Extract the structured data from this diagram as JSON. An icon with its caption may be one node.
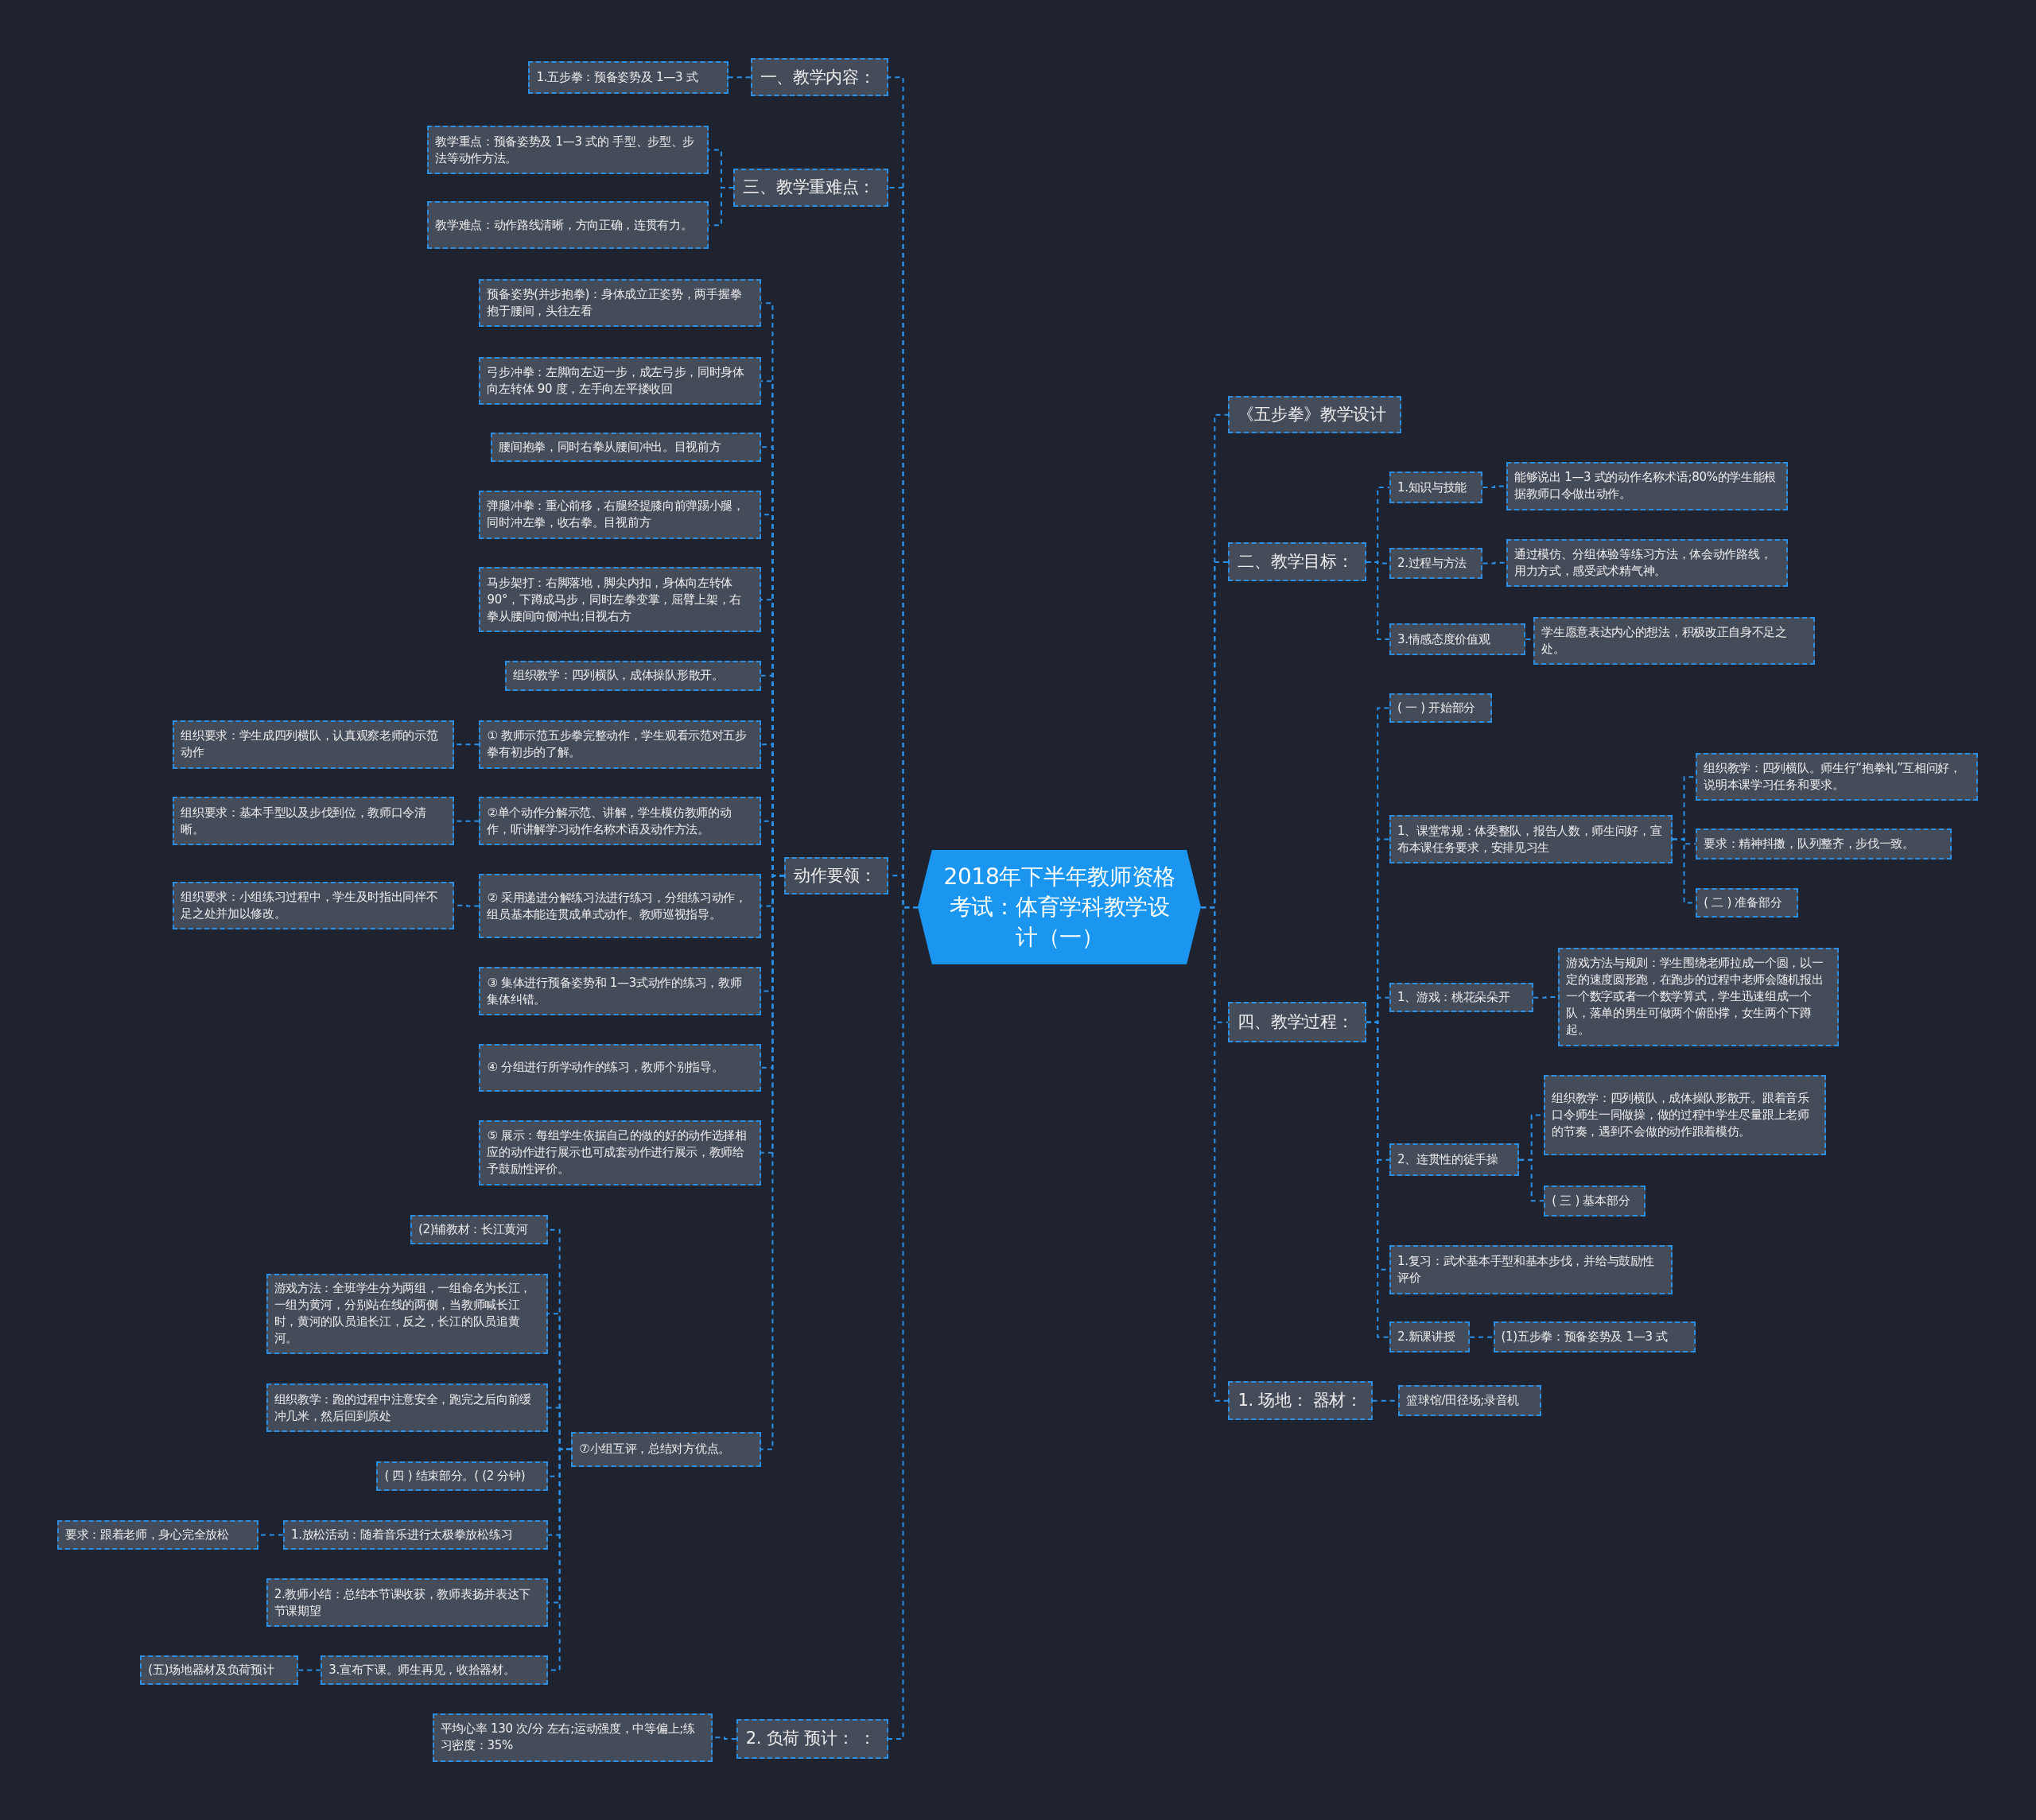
{
  "diagram": {
    "nodes": [
      {
        "text": [
          "2018年下半年教师资格考试：体育学科教学设计（一）"
        ]
      },
      {
        "text": [
          "一、教学内容："
        ]
      },
      {
        "text": [
          "1.五步拳：预备姿势及 1—3 式"
        ]
      },
      {
        "text": [
          "三、教学重难点："
        ]
      },
      {
        "text": [
          "教学重点：预备姿势及 1—3 式的 手型、步型、步法等动作方法。"
        ]
      },
      {
        "text": [
          "教学难点：动作路线清晰，方向正确，连贯有力。"
        ]
      },
      {
        "text": [
          "动作要领："
        ]
      },
      {
        "text": [
          "预备姿势(并步抱拳)：身体成立正姿势，两手握拳抱于腰间，头往左看"
        ]
      },
      {
        "text": [
          "弓步冲拳：左脚向左迈一步，成左弓步，同时身体向左转体 90 度，左手向左平搂收回"
        ]
      },
      {
        "text": [
          "腰间抱拳，同时右拳从腰间冲出。目视前方"
        ]
      },
      {
        "text": [
          "弹腿冲拳：重心前移，右腿经提膝向前弹踢小腿，同时冲左拳，收右拳。目视前方"
        ]
      },
      {
        "text": [
          "马步架打：右脚落地，脚尖内扣，身体向左转体 90°，下蹲成马步，同时左拳变掌，屈臂上架，右拳从腰间向侧冲出;目视右方"
        ]
      },
      {
        "text": [
          "组织教学：四列横队，成体操队形散开。"
        ]
      },
      {
        "text": [
          "① 教师示范五步拳完整动作，学生观看示范对五步拳有初步的了解。"
        ]
      },
      {
        "text": [
          "组织要求：学生成四列横队，认真观察老师的示范动作"
        ]
      },
      {
        "text": [
          "②单个动作分解示范、讲解，学生模仿教师的动作，听讲解学习动作名称术语及动作方法。"
        ]
      },
      {
        "text": [
          "组织要求：基本手型以及步伐到位，教师口令清晰。"
        ]
      },
      {
        "text": [
          "② 采用递进分解练习法进行练习，分组练习动作，组员基本能连贯成单式动作。教师巡视指导。"
        ]
      },
      {
        "text": [
          "组织要求：小组练习过程中，学生及时指出同伴不足之处并加以修改。"
        ]
      },
      {
        "text": [
          "③ 集体进行预备姿势和 1—3式动作的练习，教师集体纠错。"
        ]
      },
      {
        "text": [
          "④ 分组进行所学动作的练习，教师个别指导。"
        ]
      },
      {
        "text": [
          "⑤ 展示：每组学生依据自己的做的好的动作选择相应的动作进行展示也可成套动作进行展示，教师给予鼓励性评价。"
        ]
      },
      {
        "text": [
          "⑦小组互评，总结对方优点。"
        ]
      },
      {
        "text": [
          "(2)辅教材：长江黄河"
        ]
      },
      {
        "text": [
          "游戏方法：全班学生分为两组，一组命名为长江，一组为黄河，分别站在线的两侧，当教师喊长江时，黄河的队员追长江，反之，长江的队员追黄河。"
        ]
      },
      {
        "text": [
          "组织教学：跑的过程中注意安全，跑完之后向前缓冲几米，然后回到原处"
        ]
      },
      {
        "text": [
          "( 四 ) 结束部分。( (2 分钟)"
        ]
      },
      {
        "text": [
          "1.放松活动：随着音乐进行太极拳放松练习"
        ]
      },
      {
        "text": [
          "要求：跟着老师，身心完全放松"
        ]
      },
      {
        "text": [
          "2.教师小结：总结本节课收获，教师表扬并表达下节课期望"
        ]
      },
      {
        "text": [
          "3.宣布下课。师生再见，收拾器材。"
        ]
      },
      {
        "text": [
          "(五)场地器材及负荷预计"
        ]
      },
      {
        "text": [
          "2. 负荷 预计： ："
        ]
      },
      {
        "text": [
          "平均心率 130 次/分 左右;运动强度，中等偏上;练习密度：35%"
        ]
      },
      {
        "text": [
          "《五步拳》教学设计"
        ]
      },
      {
        "text": [
          "二、教学目标："
        ]
      },
      {
        "text": [
          "1.知识与技能"
        ]
      },
      {
        "text": [
          "能够说出 1—3 式的动作名称术语;80%的学生能根据教师口令做出动作。"
        ]
      },
      {
        "text": [
          "2.过程与方法"
        ]
      },
      {
        "text": [
          "通过模仿、分组体验等练习方法，体会动作路线，用力方式，感受武术精气神。"
        ]
      },
      {
        "text": [
          "3.情感态度价值观"
        ]
      },
      {
        "text": [
          "学生愿意表达内心的想法，积极改正自身不足之处。"
        ]
      },
      {
        "text": [
          "四、教学过程："
        ]
      },
      {
        "text": [
          "( 一 ) 开始部分"
        ]
      },
      {
        "text": [
          "1、课堂常规：体委整队，报告人数，师生问好，宣布本课任务要求，安排见习生"
        ]
      },
      {
        "text": [
          "组织教学：四列横队。师生行“抱拳礼”互相问好，说明本课学习任务和要求。"
        ]
      },
      {
        "text": [
          "要求：精神抖擞，队列整齐，步伐一致。"
        ]
      },
      {
        "text": [
          "( 二 ) 准备部分"
        ]
      },
      {
        "text": [
          "1、游戏：桃花朵朵开"
        ]
      },
      {
        "text": [
          "游戏方法与规则：学生围绕老师拉成一个圆，以一定的速度圆形跑，在跑步的过程中老师会随机报出一个数字或者一个数学算式，学生迅速组成一个队，落单的男生可做两个俯卧撑，女生两个下蹲起。"
        ]
      },
      {
        "text": [
          "2、连贯性的徒手操"
        ]
      },
      {
        "text": [
          "组织教学：四列横队，成体操队形散开。跟着音乐口令师生一同做操，做的过程中学生尽量跟上老师的节奏，遇到不会做的动作跟着模仿。"
        ]
      },
      {
        "text": [
          "( 三 ) 基本部分"
        ]
      },
      {
        "text": [
          "1.复习：武术基本手型和基本步伐，并给与鼓励性评价"
        ]
      },
      {
        "text": [
          "2.新课讲授"
        ]
      },
      {
        "text": [
          "(1)五步拳：预备姿势及 1—3 式"
        ]
      },
      {
        "text": [
          "1. 场地： 器材："
        ]
      },
      {
        "text": [
          "篮球馆/田径场;录音机"
        ]
      }
    ],
    "edges": [
      {
        "from": 0,
        "to": 1,
        "arrow": "none"
      },
      {
        "from": 1,
        "to": 2,
        "arrow": "none"
      },
      {
        "from": 0,
        "to": 3,
        "arrow": "none"
      },
      {
        "from": 3,
        "to": 4,
        "arrow": "none"
      },
      {
        "from": 3,
        "to": 5,
        "arrow": "none"
      },
      {
        "from": 0,
        "to": 6,
        "arrow": "none"
      },
      {
        "from": 6,
        "to": 7,
        "arrow": "none"
      },
      {
        "from": 6,
        "to": 8,
        "arrow": "none"
      },
      {
        "from": 6,
        "to": 9,
        "arrow": "none"
      },
      {
        "from": 6,
        "to": 10,
        "arrow": "none"
      },
      {
        "from": 6,
        "to": 11,
        "arrow": "none"
      },
      {
        "from": 6,
        "to": 12,
        "arrow": "none"
      },
      {
        "from": 6,
        "to": 13,
        "arrow": "none"
      },
      {
        "from": 13,
        "to": 14,
        "arrow": "none"
      },
      {
        "from": 6,
        "to": 15,
        "arrow": "none"
      },
      {
        "from": 15,
        "to": 16,
        "arrow": "none"
      },
      {
        "from": 6,
        "to": 17,
        "arrow": "none"
      },
      {
        "from": 17,
        "to": 18,
        "arrow": "none"
      },
      {
        "from": 6,
        "to": 19,
        "arrow": "none"
      },
      {
        "from": 6,
        "to": 20,
        "arrow": "none"
      },
      {
        "from": 6,
        "to": 21,
        "arrow": "none"
      },
      {
        "from": 6,
        "to": 22,
        "arrow": "none"
      },
      {
        "from": 22,
        "to": 23,
        "arrow": "none"
      },
      {
        "from": 22,
        "to": 24,
        "arrow": "none"
      },
      {
        "from": 22,
        "to": 25,
        "arrow": "none"
      },
      {
        "from": 22,
        "to": 26,
        "arrow": "none"
      },
      {
        "from": 22,
        "to": 27,
        "arrow": "none"
      },
      {
        "from": 27,
        "to": 28,
        "arrow": "none"
      },
      {
        "from": 22,
        "to": 29,
        "arrow": "none"
      },
      {
        "from": 22,
        "to": 30,
        "arrow": "none"
      },
      {
        "from": 30,
        "to": 31,
        "arrow": "none"
      },
      {
        "from": 0,
        "to": 32,
        "arrow": "none"
      },
      {
        "from": 32,
        "to": 33,
        "arrow": "none"
      },
      {
        "from": 0,
        "to": 34,
        "arrow": "none"
      },
      {
        "from": 0,
        "to": 35,
        "arrow": "none"
      },
      {
        "from": 35,
        "to": 36,
        "arrow": "none"
      },
      {
        "from": 36,
        "to": 37,
        "arrow": "none"
      },
      {
        "from": 35,
        "to": 38,
        "arrow": "none"
      },
      {
        "from": 38,
        "to": 39,
        "arrow": "none"
      },
      {
        "from": 35,
        "to": 40,
        "arrow": "none"
      },
      {
        "from": 40,
        "to": 41,
        "arrow": "none"
      },
      {
        "from": 0,
        "to": 42,
        "arrow": "none"
      },
      {
        "from": 42,
        "to": 43,
        "arrow": "none"
      },
      {
        "from": 42,
        "to": 44,
        "arrow": "none"
      },
      {
        "from": 44,
        "to": 45,
        "arrow": "none"
      },
      {
        "from": 44,
        "to": 46,
        "arrow": "none"
      },
      {
        "from": 44,
        "to": 47,
        "arrow": "none"
      },
      {
        "from": 42,
        "to": 48,
        "arrow": "none"
      },
      {
        "from": 48,
        "to": 49,
        "arrow": "none"
      },
      {
        "from": 42,
        "to": 50,
        "arrow": "none"
      },
      {
        "from": 50,
        "to": 51,
        "arrow": "none"
      },
      {
        "from": 50,
        "to": 52,
        "arrow": "none"
      },
      {
        "from": 42,
        "to": 53,
        "arrow": "none"
      },
      {
        "from": 42,
        "to": 54,
        "arrow": "none"
      },
      {
        "from": 54,
        "to": 55,
        "arrow": "none"
      },
      {
        "from": 0,
        "to": 56,
        "arrow": "none"
      },
      {
        "from": 56,
        "to": 57,
        "arrow": "none"
      }
    ]
  }
}
